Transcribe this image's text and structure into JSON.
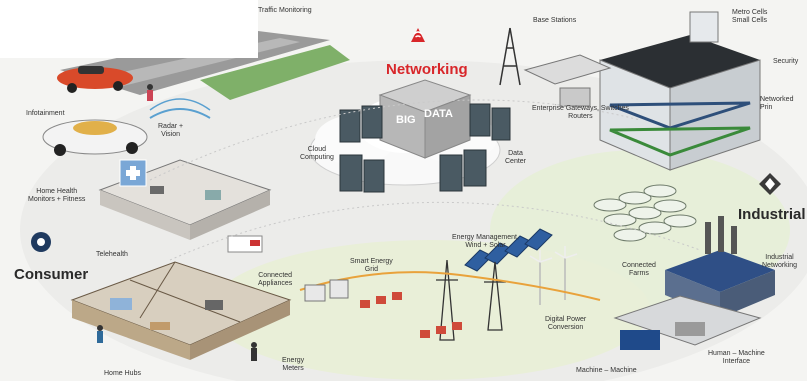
{
  "colors": {
    "networking_red": "#d8262a",
    "industrial_gray": "#3a3a3a",
    "consumer_navy": "#1f3a5f",
    "farm_green": "#9cc86a",
    "cloud_white": "#f6f6f6",
    "server_dark": "#3e4a52",
    "power_orange": "#e9a23b"
  },
  "sections": {
    "networking": {
      "title": "Networking",
      "icon": "wifi-signal-icon"
    },
    "industrial": {
      "title": "Industrial",
      "icon": "diamond-logo-icon"
    },
    "consumer": {
      "title": "Consumer",
      "icon": "consumer-logo-icon"
    }
  },
  "center": {
    "big": "BIG",
    "data": "DATA"
  },
  "labels": {
    "traffic_monitoring": "Traffic Monitoring",
    "base_stations": "Base Stations",
    "metro_cells": "Metro Cells\nSmall Cells",
    "security": "Security",
    "networked_print": "Networked Prin",
    "infotainment": "Infotainment",
    "radar_vision": "Radar +\nVision",
    "cloud_computing": "Cloud\nComputing",
    "data_center": "Data\nCenter",
    "enterprise_gateways": "Enterprise Gateways, Switches\nRouters",
    "home_health": "Home Health\nMonitors + Fitness",
    "telehealth": "Telehealth",
    "connected_appliances": "Connected\nAppliances",
    "smart_energy_grid": "Smart Energy\nGrid",
    "energy_management": "Energy Management,\nWind + Solar",
    "connected_farms": "Connected\nFarms",
    "industrial_networking": "Industrial\nNetworking",
    "digital_power": "Digital Power\nConversion",
    "machine_machine": "Machine – Machine",
    "human_machine": "Human – Machine\nInterface",
    "home_hubs": "Home Hubs",
    "energy_meters": "Energy\nMeters"
  }
}
